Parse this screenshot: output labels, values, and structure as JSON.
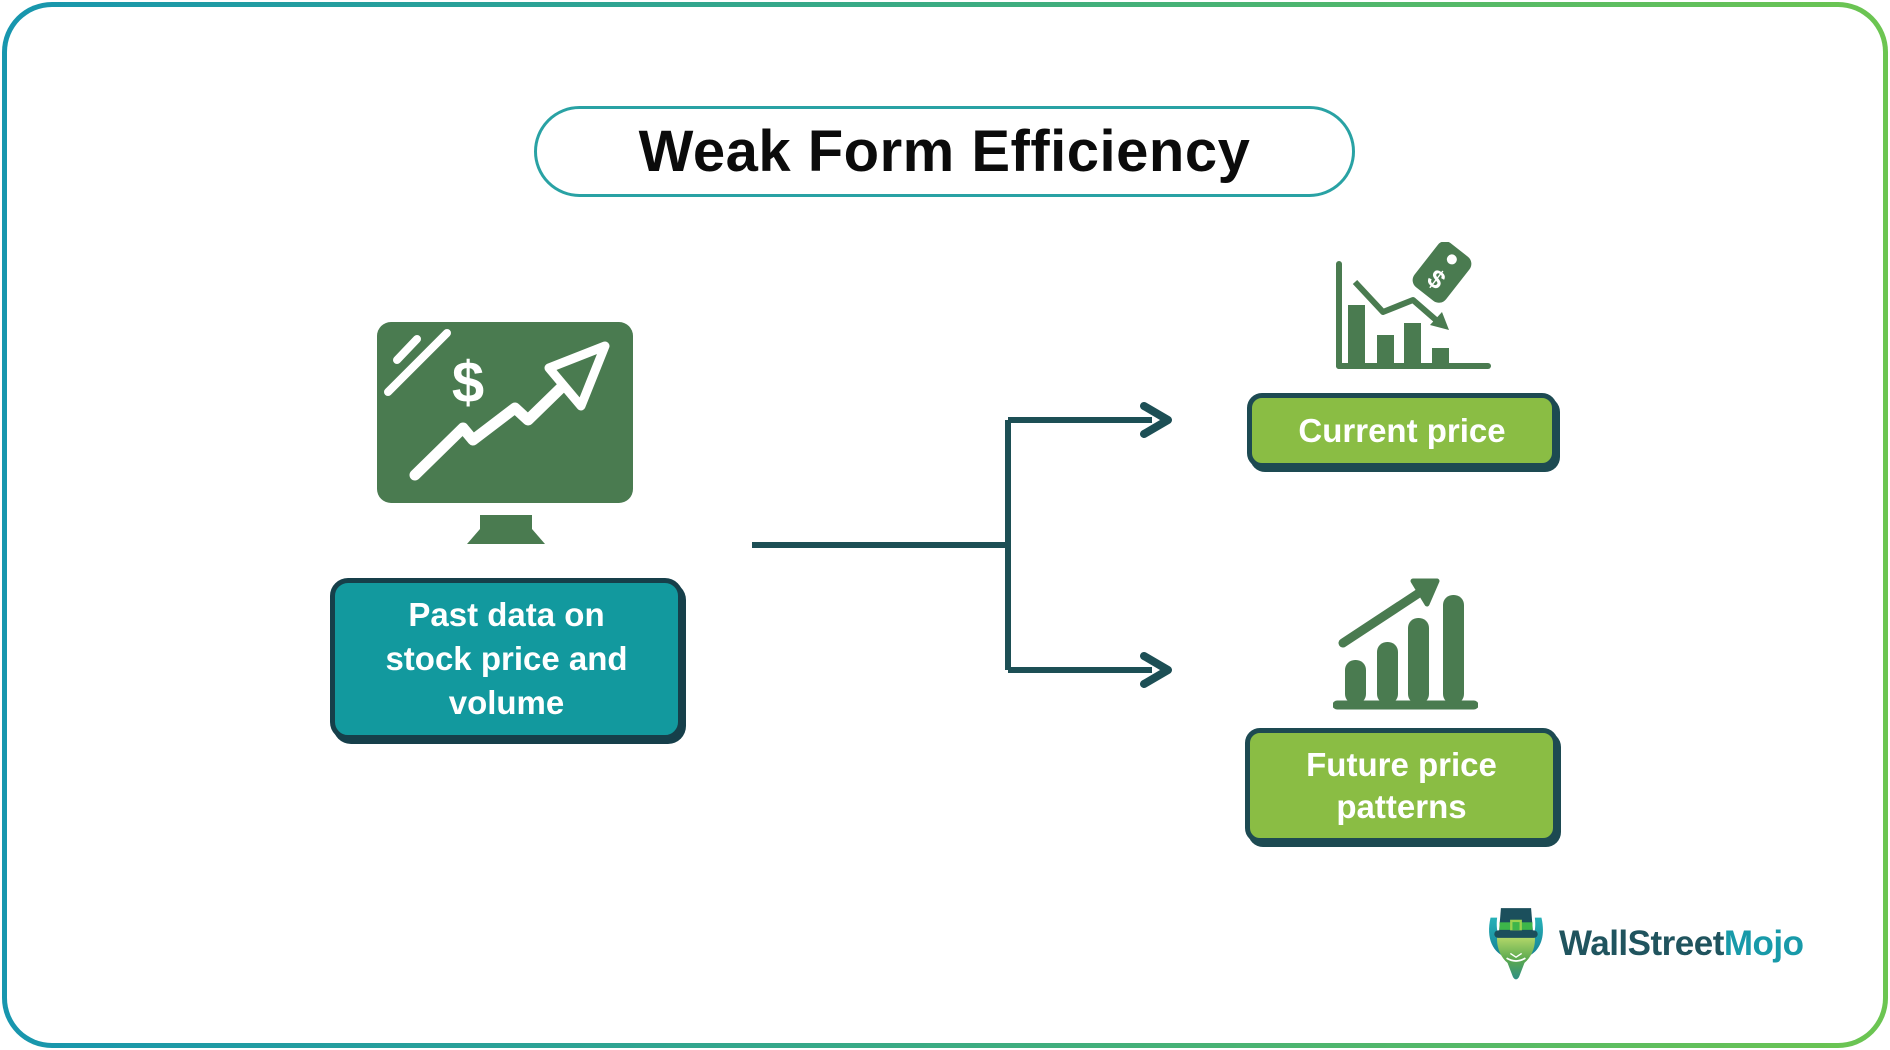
{
  "frame": {
    "gradient_start": "#1796ae",
    "gradient_end": "#6cc551",
    "background": "#ffffff"
  },
  "title": {
    "label": "Weak Form Efficiency",
    "border_color": "#29a2a4",
    "text_color": "#0b0b0b"
  },
  "source": {
    "label": "Past data on\nstock price and\nvolume",
    "icon": "monitor-stock-growth-chart",
    "bg": "#12999e",
    "border": "#163f4a",
    "text_color": "#ffffff"
  },
  "outcomes": {
    "current": {
      "label": "Current price",
      "icon": "declining-bars-price-tag"
    },
    "future": {
      "label": "Future price\npatterns",
      "icon": "rising-bars-growth-arrow"
    },
    "bg": "#8abd44",
    "border": "#1d4a52",
    "text_color": "#ffffff"
  },
  "connector": {
    "color": "#1d4f55"
  },
  "icon_color": "#4a7b50",
  "glyphs": {
    "dollar": "$"
  },
  "logo": {
    "name": "WallStreetMojo",
    "part1": "WallStreet",
    "part2": "Mojo",
    "icon": "bull-top-hat",
    "part1_color": "#20545e",
    "part2_color": "#189aa9"
  }
}
